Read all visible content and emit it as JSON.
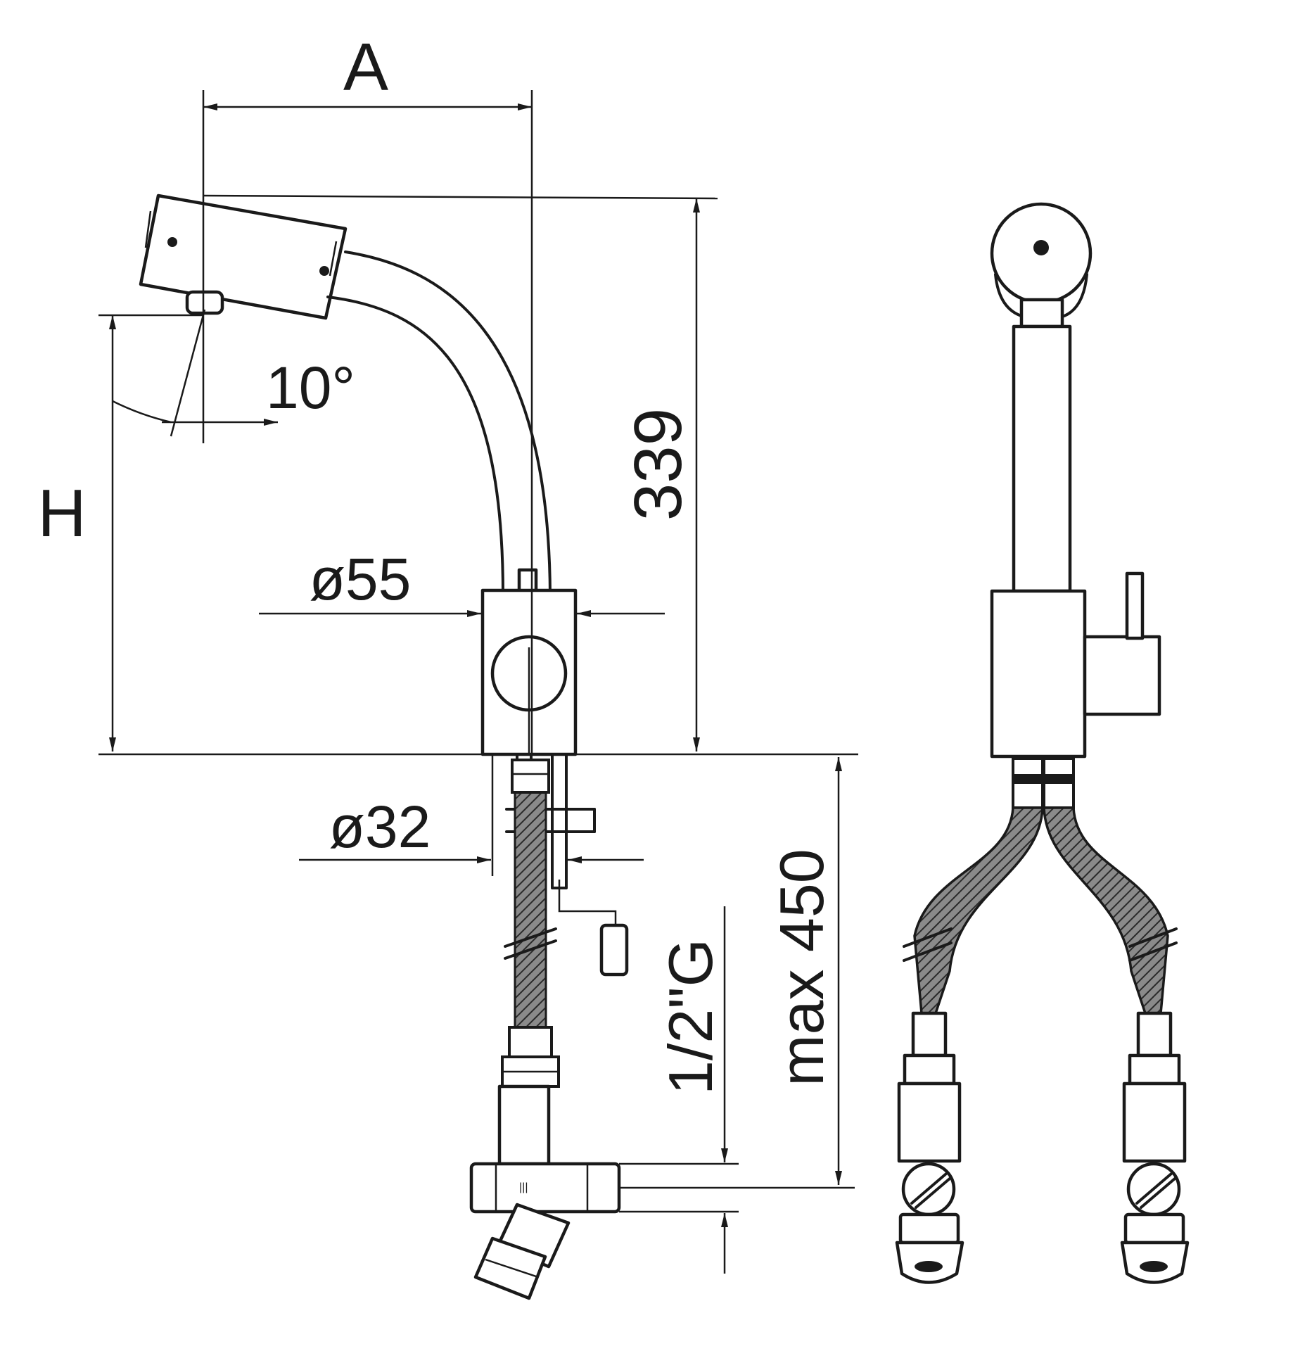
{
  "labels": {
    "dim_a": "A",
    "dim_h": "H",
    "angle": "10°",
    "height": "339",
    "dia_body": "ø55",
    "dia_base": "ø32",
    "thread": "1/2\"G",
    "max_length": "max 450"
  },
  "colors": {
    "line": "#1a1a1a",
    "hose_fill": "#6e6e6e",
    "background": "#ffffff"
  }
}
